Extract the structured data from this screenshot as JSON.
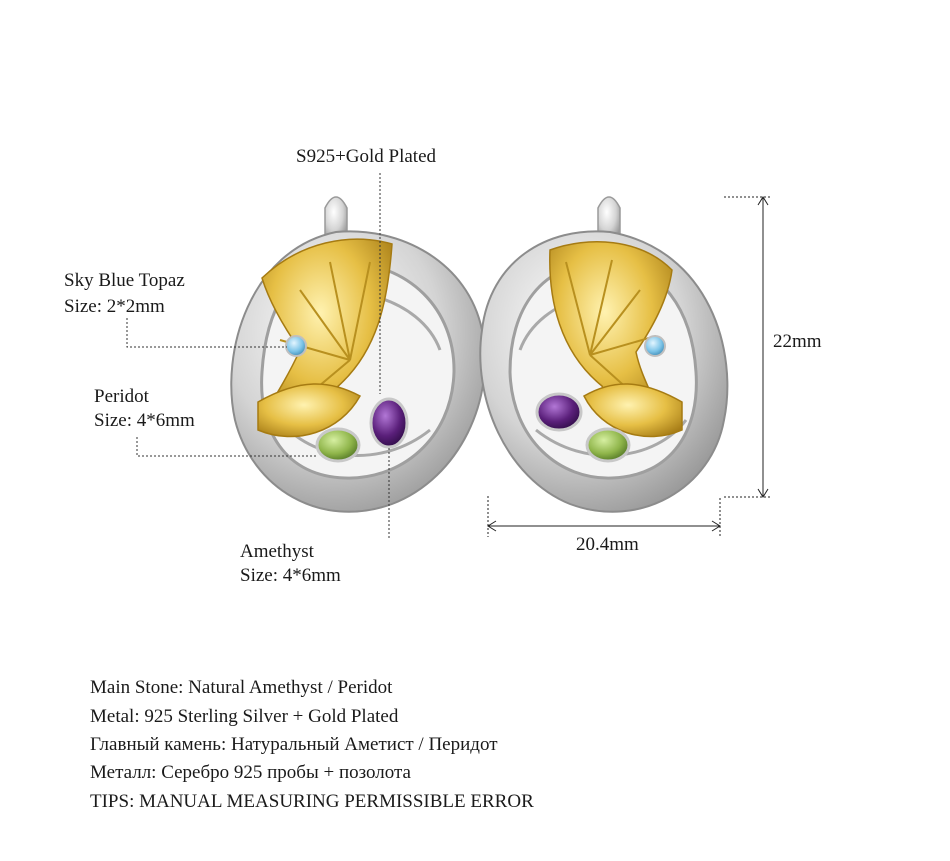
{
  "callouts": {
    "metal": "S925+Gold Plated",
    "topaz_name": "Sky Blue Topaz",
    "topaz_size": "Size: 2*2mm",
    "peridot_name": "Peridot",
    "peridot_size": "Size: 4*6mm",
    "amethyst_name": "Amethyst",
    "amethyst_size": "Size: 4*6mm"
  },
  "dimensions": {
    "height": "22mm",
    "width": "20.4mm"
  },
  "info_lines": [
    "Main Stone: Natural Amethyst / Peridot",
    "Metal: 925 Sterling Silver + Gold Plated",
    "Главный камень: Натуральный Аметист / Перидот",
    "Металл: Серебро 925 пробы + позолота",
    "TIPS: MANUAL MEASURING PERMISSIBLE ERROR"
  ],
  "colors": {
    "silver": "#d9d9d9",
    "gold": "#e2b93b",
    "amethyst": "#5a1f7a",
    "peridot": "#8fb54a",
    "topaz": "#7cc4e8"
  }
}
